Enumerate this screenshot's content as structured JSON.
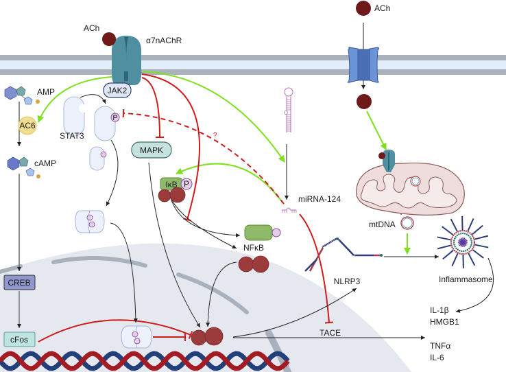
{
  "title": "α7nAChR cholinergic anti-inflammatory signaling pathway",
  "colors": {
    "activation": "#7ee01e",
    "inhibition": "#d11a1a",
    "flow": "#222222",
    "membrane_outer": "#a9b2bc",
    "membrane_inner": "#e2eefb",
    "receptor": "#4f8fa0",
    "ach": "#6e1a1a",
    "nfkb": "#9b3b3b",
    "nucleus": "#e5e8ee",
    "dna_red": "#a31c24",
    "dna_blue": "#233f7a",
    "creb": "#8f97cc",
    "cfos": "#bfe3df",
    "mapk": "#c6e2df",
    "ikb": "#8fba6a",
    "phospho": "#e4cfe9",
    "ac6": "#f1dd8f",
    "mito": "#efdcdc"
  },
  "labels": {
    "ach_left": "ACh",
    "receptor": "α7nAChR",
    "ach_right": "ACh",
    "amp": "AMP",
    "ac6": "AC6",
    "camp": "cAMP",
    "jak2": "JAK2",
    "stat3": "STAT3",
    "phospho": "P",
    "mapk": "MAPK",
    "ikb": "IκB",
    "ikb_phospho": "P",
    "nfkb": "NFκB",
    "mirna": "miRNA-124",
    "question": "?",
    "creb": "CREB",
    "cfos": "cFos",
    "mtdna": "mtDNA",
    "nlrp3": "NLRP3",
    "inflammasome": "Inflammasome",
    "tace": "TACE",
    "il1b": "IL-1β",
    "hmgb1": "HMGB1",
    "tnfa": "TNFα",
    "il6": "IL-6"
  }
}
